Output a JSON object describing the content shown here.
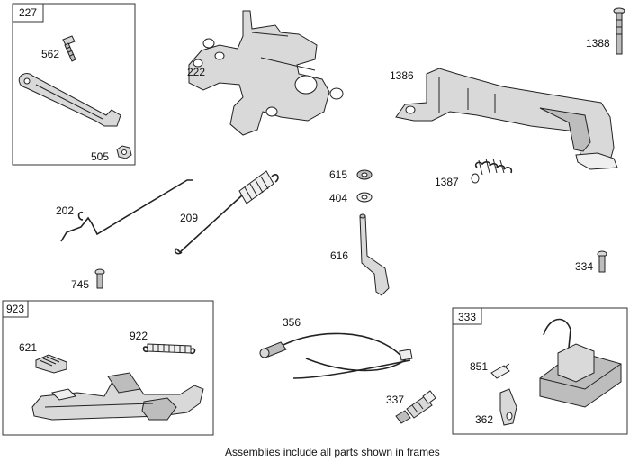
{
  "frames": {
    "f227": "227",
    "f923": "923",
    "f333": "333"
  },
  "parts": {
    "p562": "562",
    "p505": "505",
    "p222": "222",
    "p1386": "1386",
    "p1388": "1388",
    "p615": "615",
    "p404": "404",
    "p616": "616",
    "p1387": "1387",
    "p202": "202",
    "p209": "209",
    "p745": "745",
    "p334": "334",
    "p621": "621",
    "p922": "922",
    "p356": "356",
    "p337": "337",
    "p851": "851",
    "p362": "362"
  },
  "caption": "Assemblies include all parts shown in frames"
}
